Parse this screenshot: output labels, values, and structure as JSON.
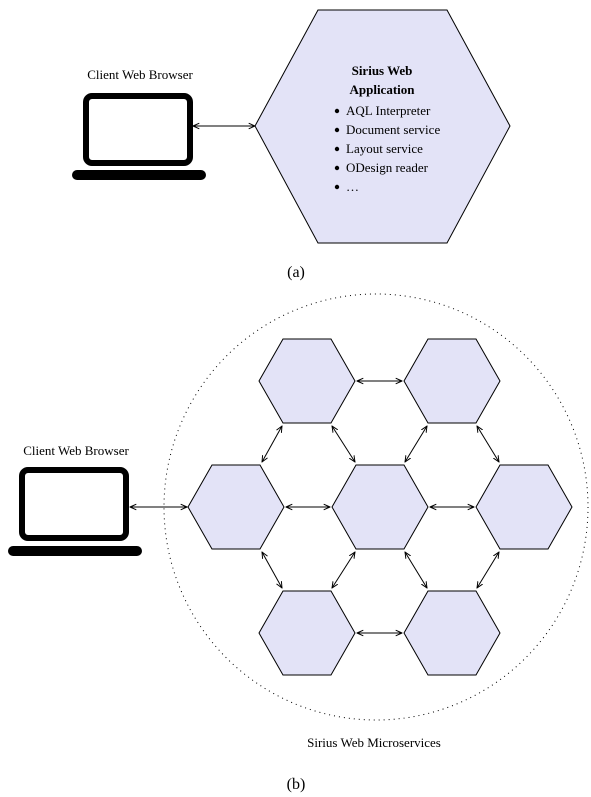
{
  "panel_a": {
    "client_label": "Client Web Browser",
    "app_title_line1": "Sirius Web",
    "app_title_line2": "Application",
    "app_items": [
      "AQL Interpreter",
      "Document service",
      "Layout service",
      "ODesign reader",
      "…"
    ],
    "caption": "(a)"
  },
  "panel_b": {
    "client_label": "Client Web Browser",
    "cluster_label": "Sirius Web Microservices",
    "caption": "(b)"
  },
  "colors": {
    "hex_fill": "#e3e3f7",
    "stroke": "#000000"
  },
  "icons": [
    "laptop-icon"
  ]
}
